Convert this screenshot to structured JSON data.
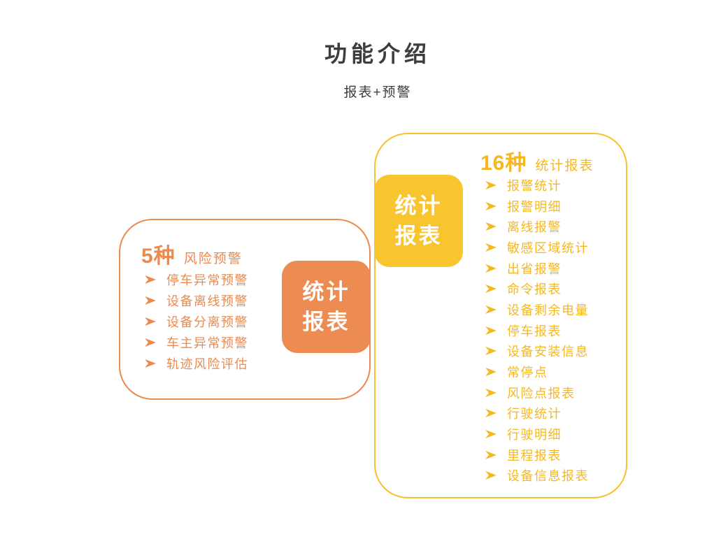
{
  "page": {
    "title": "功能介绍",
    "subtitle": "报表+预警"
  },
  "colors": {
    "orange_accent": "#EC8A4E",
    "yellow_accent": "#F8C12C",
    "badge_orange_bg": "#EC8C52",
    "badge_yellow_bg": "#F9C52F",
    "badge_text": "#FFFFFF",
    "title_text": "#3D3D3D"
  },
  "icons": {
    "bullet": "arrowhead-right-icon"
  },
  "warning_card": {
    "count": "5种",
    "category": "风险预警",
    "items": [
      "停车异常预警",
      "设备离线预警",
      "设备分离预警",
      "车主异常预警",
      "轨迹风险评估"
    ]
  },
  "warning_badge": {
    "line1": "统计",
    "line2": "报表"
  },
  "report_card": {
    "count": "16种",
    "category": "统计报表",
    "items": [
      "报警统计",
      "报警明细",
      "离线报警",
      "敏感区域统计",
      "出省报警",
      "命令报表",
      "设备剩余电量",
      "停车报表",
      "设备安装信息",
      "常停点",
      "风险点报表",
      "行驶统计",
      "行驶明细",
      "里程报表",
      "设备信息报表"
    ]
  },
  "report_badge": {
    "line1": "统计",
    "line2": "报表"
  }
}
